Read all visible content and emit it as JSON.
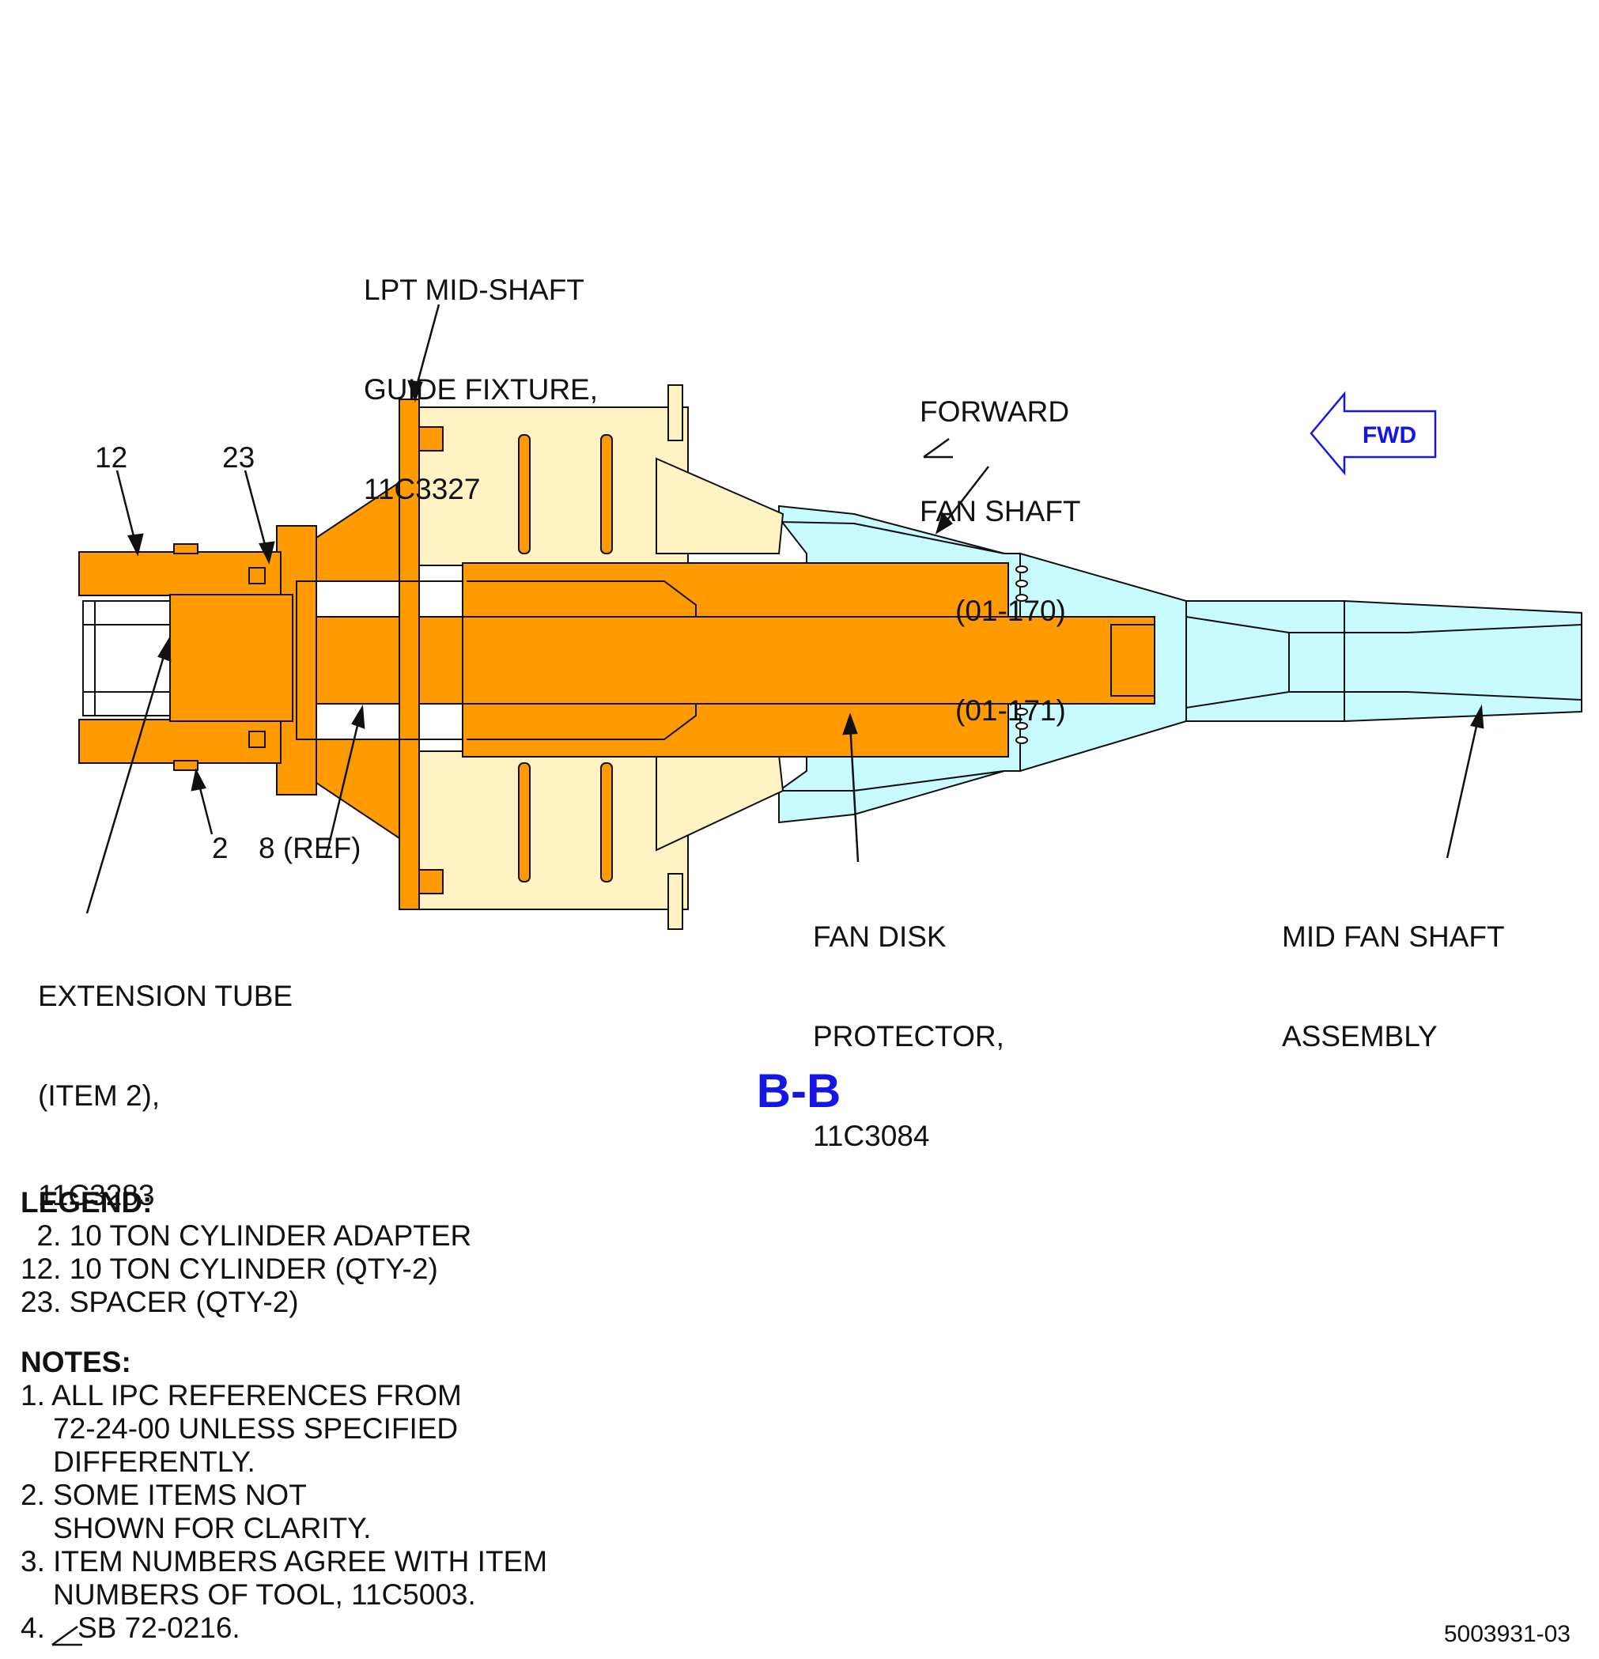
{
  "colors": {
    "fixture": "#ff9a00",
    "engine_light": "#fff3c4",
    "shaft": "#c8fbff",
    "accent_blue": "#1515e6",
    "line": "#111111"
  },
  "view_title": "B-B",
  "fwd_label": "FWD",
  "callouts": {
    "lpt_guide": [
      "LPT MID-SHAFT",
      "GUIDE FIXTURE,",
      "11C3327"
    ],
    "forward_fan_shaft": [
      "FORWARD",
      "FAN SHAFT",
      "(01-170)",
      "(01-171)"
    ],
    "fan_disk_protector": [
      "FAN DISK",
      "PROTECTOR,",
      "11C3084"
    ],
    "mid_fan_shaft": [
      "MID FAN SHAFT",
      "ASSEMBLY"
    ],
    "extension_tube": [
      "EXTENSION TUBE",
      "(ITEM 2),",
      "11C3283"
    ],
    "item_12": "12",
    "item_23": "23",
    "item_2": "2",
    "item_8": "8 (REF)"
  },
  "legend": {
    "title": "LEGEND:",
    "items": [
      "  2. 10 TON CYLINDER ADAPTER",
      "12. 10 TON CYLINDER (QTY-2)",
      "23. SPACER (QTY-2)"
    ]
  },
  "notes": {
    "title": "NOTES:",
    "items": [
      "1. ALL IPC REFERENCES FROM",
      "    72-24-00 UNLESS SPECIFIED",
      "    DIFFERENTLY.",
      "2. SOME ITEMS NOT",
      "    SHOWN FOR CLARITY.",
      "3. ITEM NUMBERS AGREE WITH ITEM",
      "    NUMBERS OF TOOL, 11C5003.",
      "4.    SB 72-0216."
    ]
  },
  "doc_id": "5003931-03"
}
